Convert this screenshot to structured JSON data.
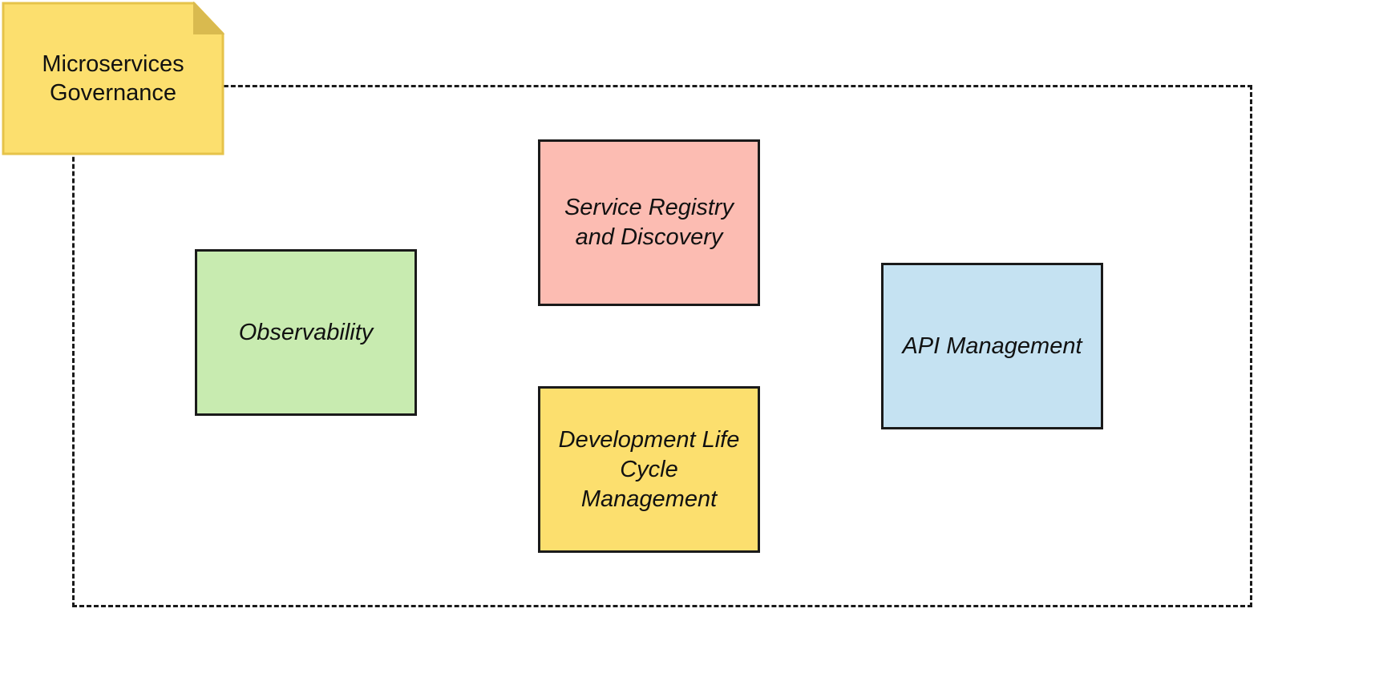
{
  "title_note": {
    "text": "Microservices Governance",
    "color": "#fcdf6e"
  },
  "components": [
    {
      "id": "observability",
      "label": "Observability",
      "color": "#c8ebb0"
    },
    {
      "id": "service-registry",
      "label": "Service Registry and Discovery",
      "color": "#fcbcb2"
    },
    {
      "id": "dev-lifecycle",
      "label": "Development Life Cycle Management",
      "color": "#fcdf6e"
    },
    {
      "id": "api-management",
      "label": "API Management",
      "color": "#c5e2f2"
    }
  ]
}
